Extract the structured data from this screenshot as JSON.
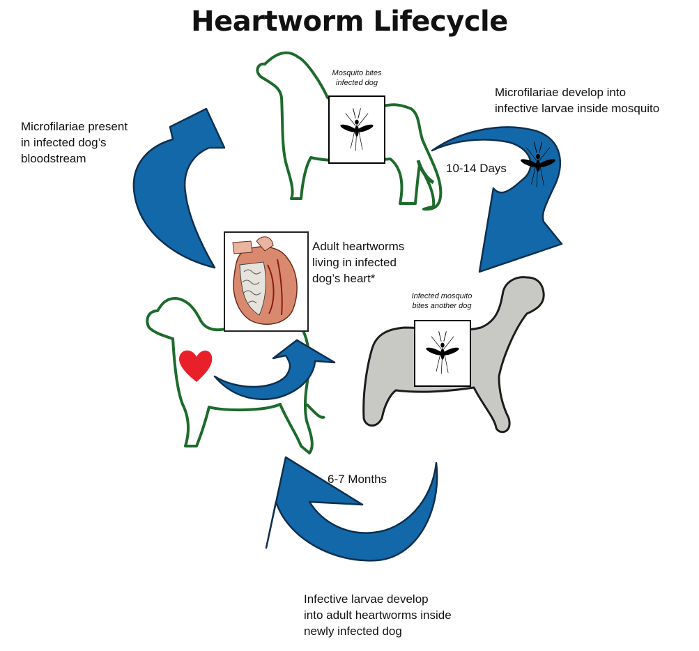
{
  "title": "Heartworm Lifecycle",
  "labels": {
    "microfilariae_present": [
      "Microfilariae present",
      "in infected dog’s",
      "bloodstream"
    ],
    "microfilariae_develop": [
      "Microfilariae develop into",
      "infective larvae inside mosquito"
    ],
    "days": "10-14 Days",
    "adult_heartworms": [
      "Adult heartworms",
      "living in infected",
      "dog’s heart*"
    ],
    "months": "6-7 Months",
    "infective_larvae": [
      "Infective larvae develop",
      "into adult heartworms inside",
      "newly infected dog"
    ],
    "mosquito_bites_infected": [
      "Mosquito bites",
      "infected dog"
    ],
    "infected_mosquito_bites": [
      "Infected mosquito",
      "bites another dog"
    ]
  },
  "colors": {
    "arrow": "#1268a8",
    "dog_outline": "#1d6b2c",
    "infected_dog_fill": "#c8c9c5",
    "heart": "#e8202a"
  },
  "icons": [
    "mosquito-icon",
    "heart-icon",
    "dog-outline",
    "heart-anatomy-illustration"
  ]
}
